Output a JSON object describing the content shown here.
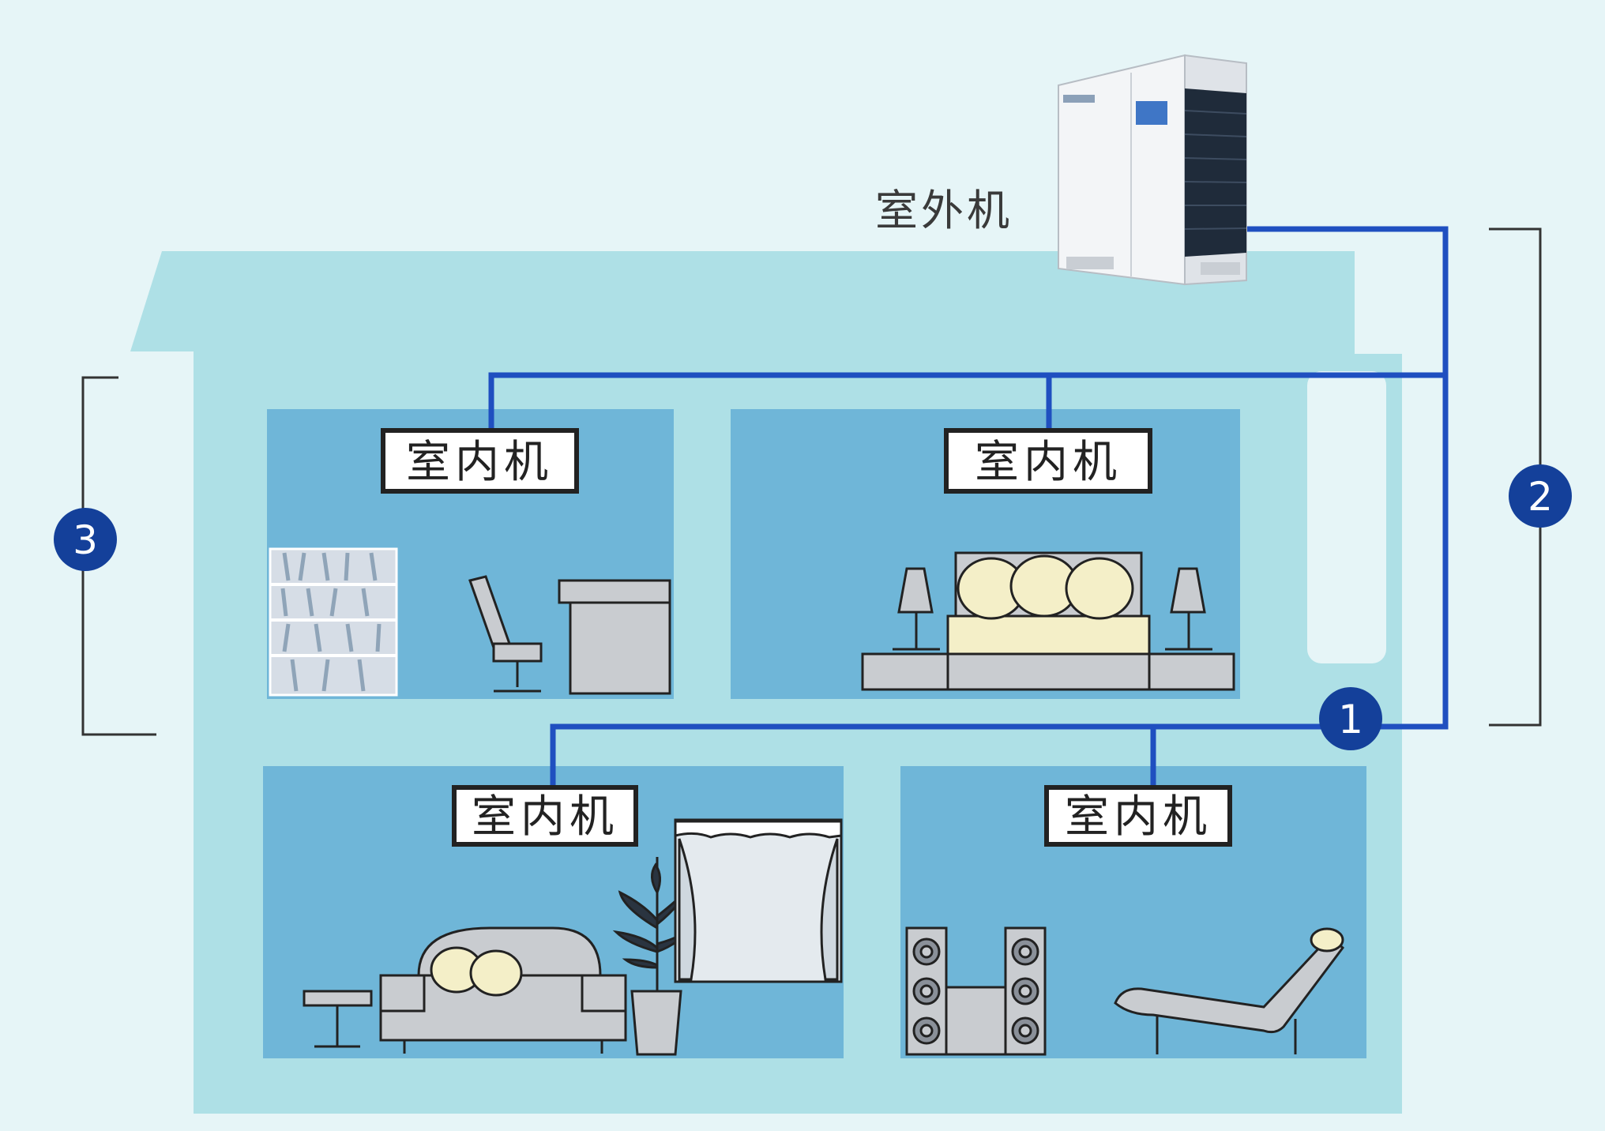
{
  "outdoor_unit": {
    "label": "室外机"
  },
  "rooms": [
    {
      "id": "study",
      "label": "室内机"
    },
    {
      "id": "bedroom",
      "label": "室内机"
    },
    {
      "id": "living",
      "label": "室内机"
    },
    {
      "id": "theater",
      "label": "室内机"
    }
  ],
  "markers": {
    "branch": "1",
    "vertical_span": "2",
    "floor_span": "3"
  },
  "colors": {
    "background": "#e6f5f7",
    "house": "#aee0e6",
    "room": "#6fb6d8",
    "pipe": "#1f4fc0",
    "marker": "#14409a",
    "furniture": "#c9ccd0",
    "pillow": "#f4efc8"
  }
}
